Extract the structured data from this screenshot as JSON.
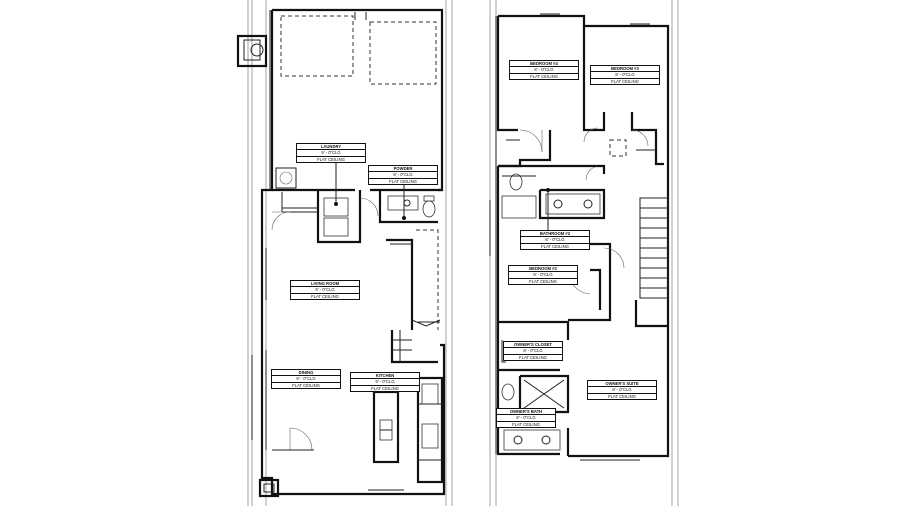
{
  "plan": {
    "first_floor_rooms": [
      {
        "id": "laundry",
        "name": "LAUNDRY",
        "height": "9' - 0\"CLG",
        "ceiling": "FLAT CEILING"
      },
      {
        "id": "powder",
        "name": "POWDER",
        "height": "9' - 0\"CLG",
        "ceiling": "FLAT CEILING"
      },
      {
        "id": "living",
        "name": "LIVING ROOM",
        "height": "9' - 0\"CLG",
        "ceiling": "FLAT CEILING"
      },
      {
        "id": "dining",
        "name": "DINING",
        "height": "9' - 0\"CLG",
        "ceiling": "FLAT CEILING"
      },
      {
        "id": "kitchen",
        "name": "KITCHEN",
        "height": "9' - 0\"CLG",
        "ceiling": "FLAT CEILING"
      }
    ],
    "second_floor_rooms": [
      {
        "id": "bed4",
        "name": "BEDROOM #4",
        "height": "8' - 0\"CLG",
        "ceiling": "FLAT CEILING"
      },
      {
        "id": "bed3",
        "name": "BEDROOM #3",
        "height": "8' - 0\"CLG",
        "ceiling": "FLAT CEILING"
      },
      {
        "id": "bath2",
        "name": "BATHROOM #2",
        "height": "8' - 0\"CLG",
        "ceiling": "FLAT CEILING"
      },
      {
        "id": "bed2",
        "name": "BEDROOM #2",
        "height": "8' - 0\"CLG",
        "ceiling": "FLAT CEILING"
      },
      {
        "id": "closet",
        "name": "OWNER'S CLOSET",
        "height": "8' - 0\"CLG",
        "ceiling": "FLAT CEILING"
      },
      {
        "id": "suite",
        "name": "OWNER'S SUITE",
        "height": "8' - 0\"CLG",
        "ceiling": "FLAT CEILING"
      },
      {
        "id": "obath",
        "name": "OWNER'S BATH",
        "height": "8' - 0\"CLG",
        "ceiling": "FLAT CEILING"
      }
    ]
  }
}
